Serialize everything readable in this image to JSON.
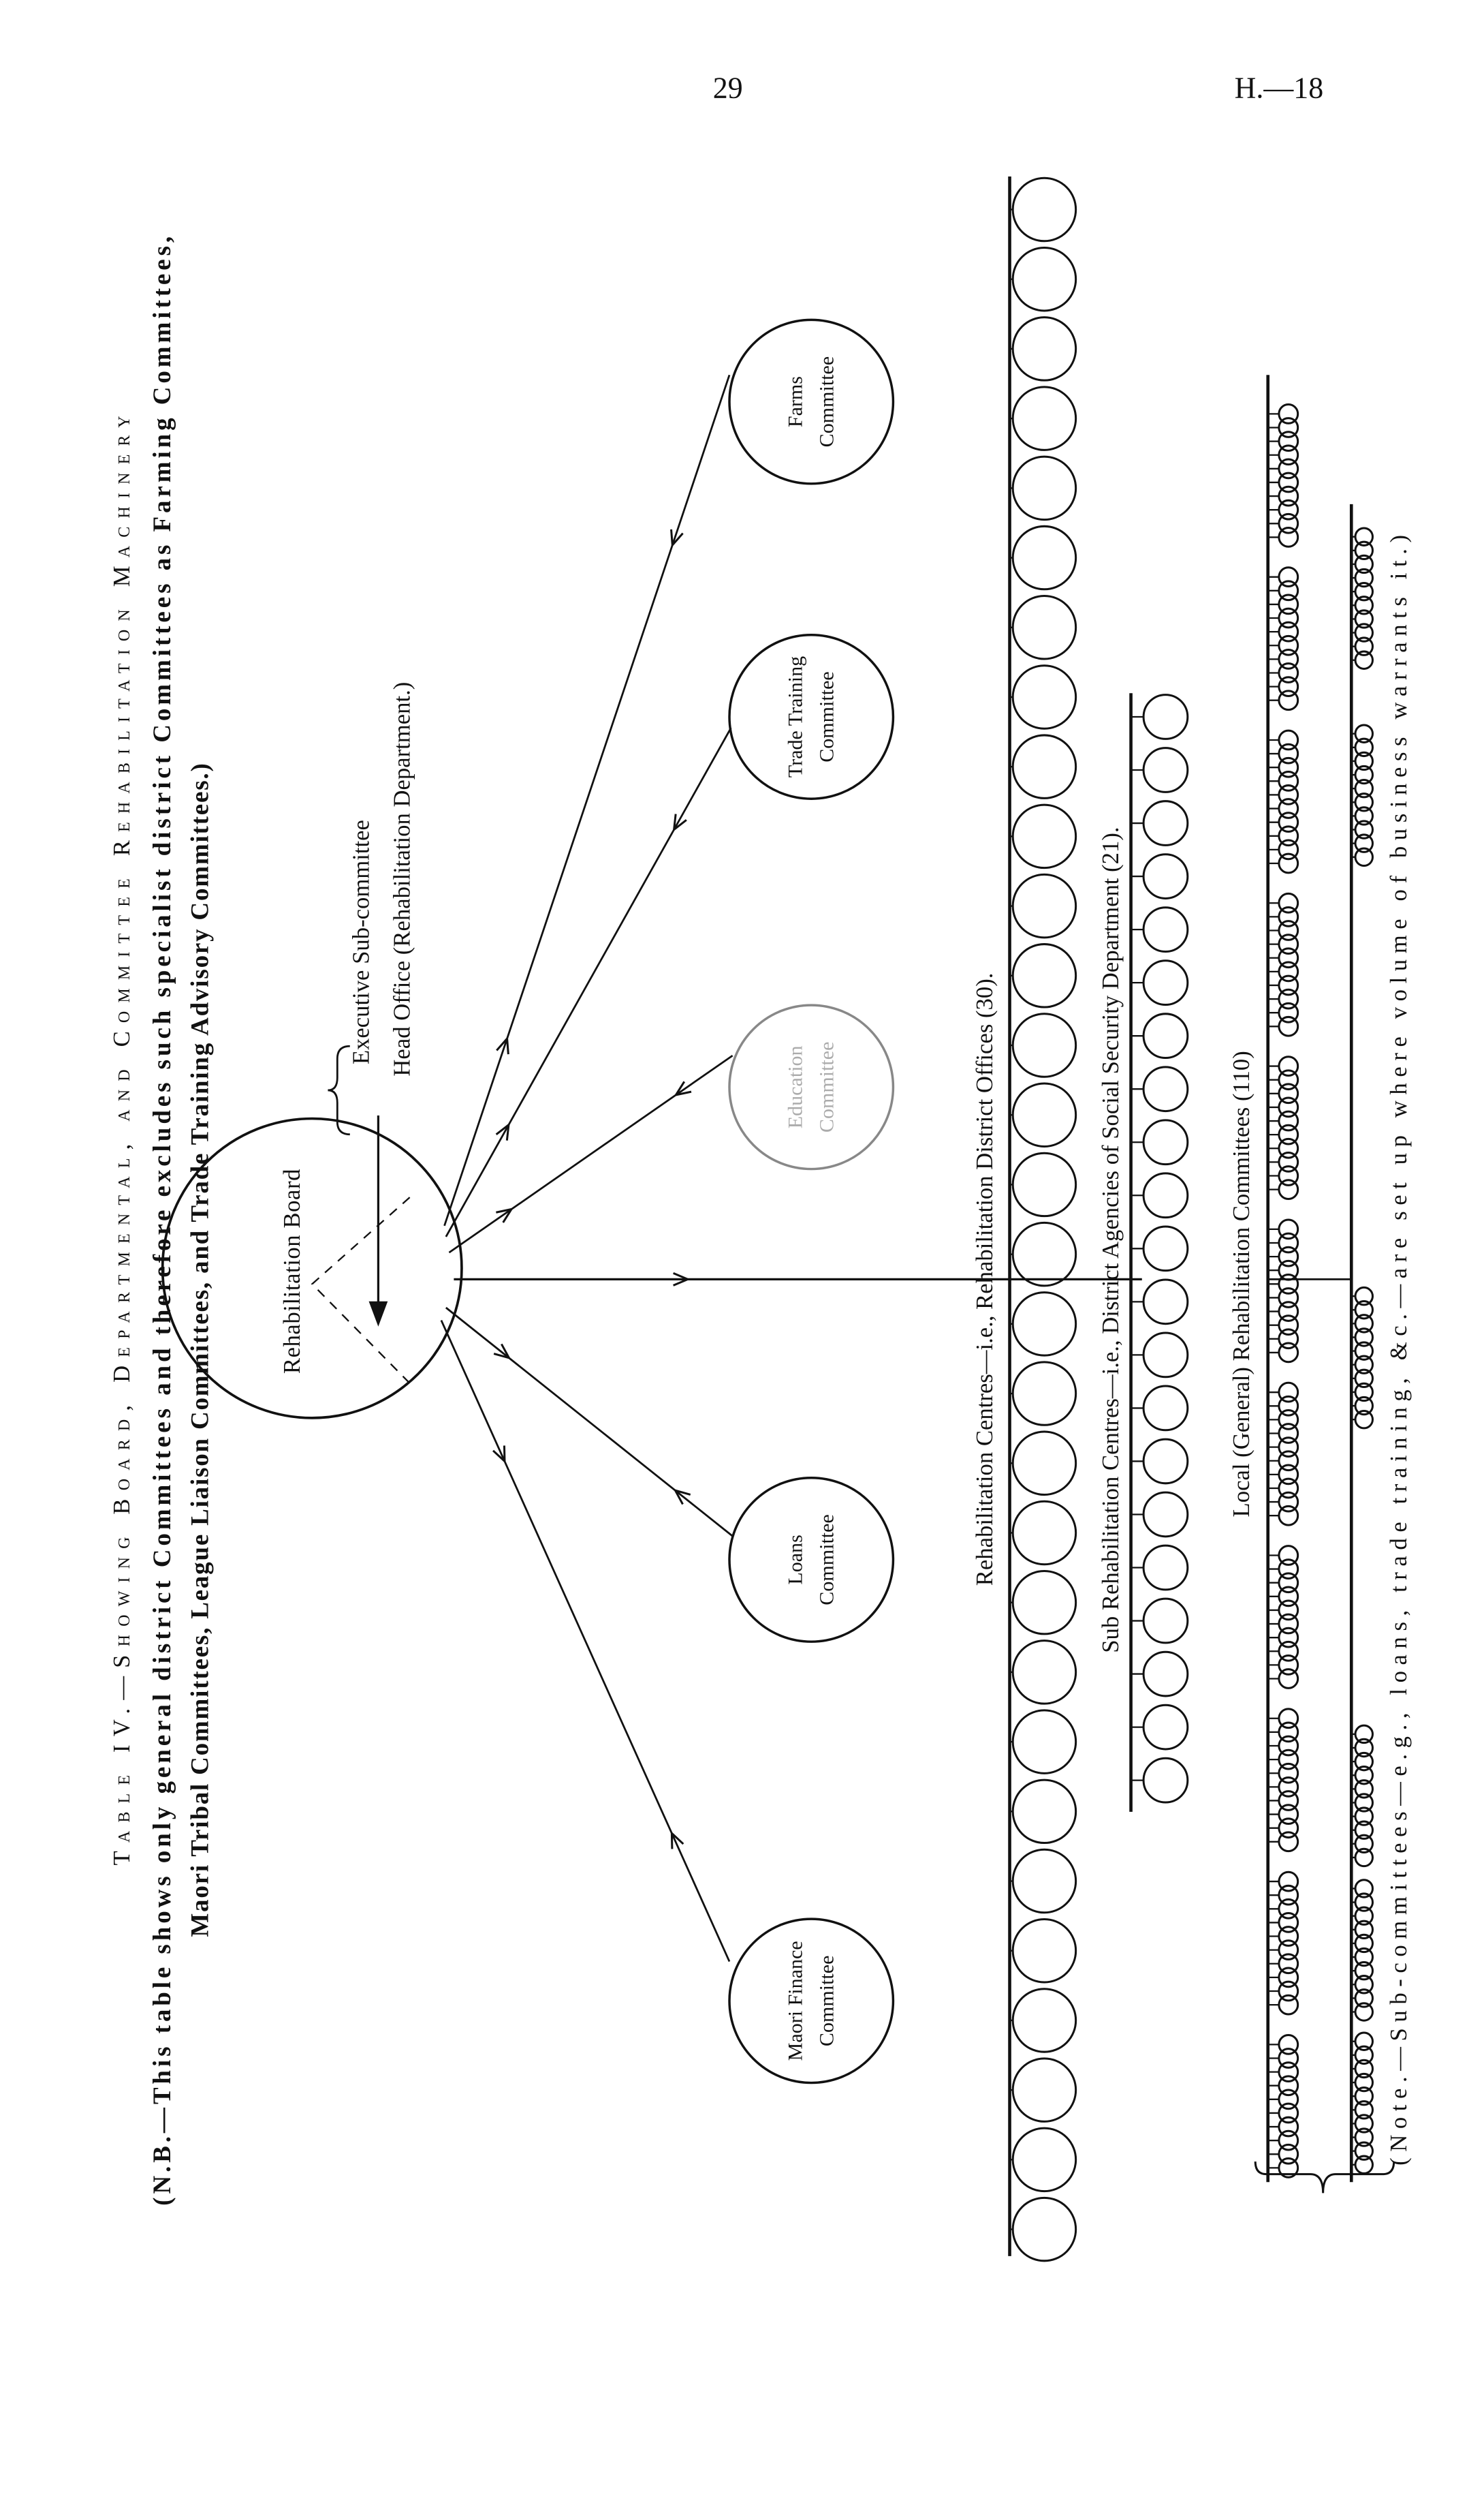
{
  "page": {
    "number": "29",
    "reference": "H.—18"
  },
  "header": {
    "title": "Table IV.—Showing Board, Departmental, and Committee Rehabilitation Machinery",
    "note_line1": "(N.B.—This table shows only general district Committees and therefore excludes such specialist district Committees as Farming Committees,",
    "note_line2": "Maori Tribal Committees, League Liaison Committees, and Trade Training Advisory Committees.)"
  },
  "board": {
    "label": "Rehabilitation Board",
    "sub1": "Executive Sub-committee",
    "sub2": "Head Office (Rehabilitation Department.)"
  },
  "committees": [
    {
      "line1": "Maori Finance",
      "line2": "Committee"
    },
    {
      "line1": "Loans",
      "line2": "Committee"
    },
    {
      "line1": "Education",
      "line2": "Committee"
    },
    {
      "line1": "Trade Training",
      "line2": "Committee"
    },
    {
      "line1": "Farms",
      "line2": "Committee"
    }
  ],
  "tiers": {
    "centres": {
      "label": "Rehabilitation Centres—i.e., Rehabilitation District Offices (30).",
      "count": 30
    },
    "sub_centres": {
      "label": "Sub Rehabilitation Centres—i.e., District Agencies of Social Security Department (21).",
      "count": 21
    },
    "local": {
      "label": "Local (General) Rehabilitation Committees (110)",
      "count": 110
    },
    "sub_committees": {
      "label": "(Note.—Sub-committees—e.g., loans, trade training, &c.—are set up where volume of business warrants it.)",
      "count": 60
    }
  }
}
